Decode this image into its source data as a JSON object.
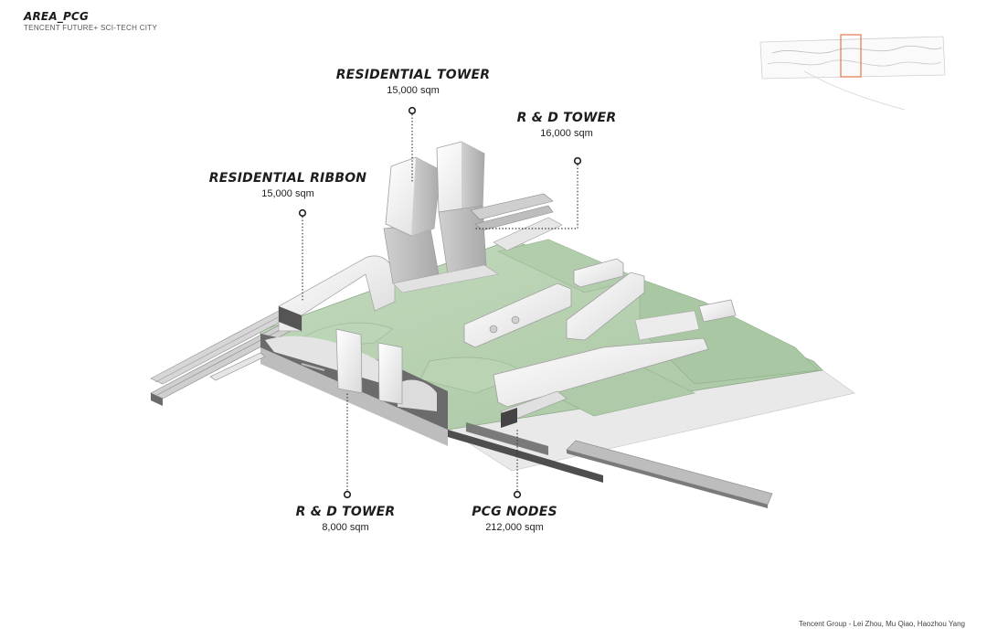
{
  "header": {
    "title": "AREA_PCG",
    "subtitle": "TENCENT FUTURE+ SCI-TECH CITY"
  },
  "labels": {
    "residential_tower": {
      "name": "RESIDENTIAL TOWER",
      "area": "15,000 sqm"
    },
    "rd_tower_upper": {
      "name": "R & D TOWER",
      "area": "16,000 sqm"
    },
    "residential_ribbon": {
      "name": "RESIDENTIAL RIBBON",
      "area": "15,000 sqm"
    },
    "rd_tower_lower": {
      "name": "R & D TOWER",
      "area": "8,000 sqm"
    },
    "pcg_nodes": {
      "name": "PCG NODES",
      "area": "212,000 sqm"
    }
  },
  "footer": {
    "credit": "Tencent Group - Lei Zhou, Mu Qiao, Haozhou Yang"
  },
  "colors": {
    "green": "#b7d1b1",
    "building_white": "#f1f1f1",
    "section_dark": "#5c5c5c",
    "locator_accent": "#e07a50"
  }
}
